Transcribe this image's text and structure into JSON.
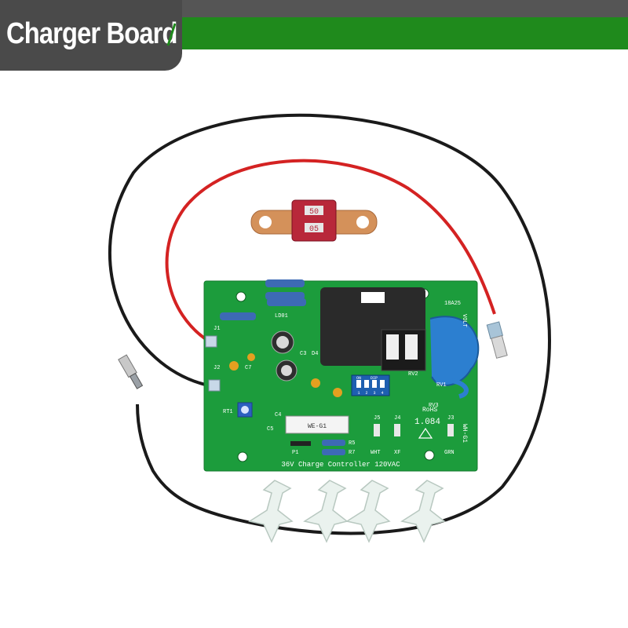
{
  "header": {
    "title": "Charger Board",
    "colors": {
      "bar": "#555555",
      "tab": "#4a4a4a",
      "accent": "#1f8a1c"
    }
  },
  "photo": {
    "description_labels": {
      "board_text": "36V Charge Controller 120VAC",
      "fuse_rating": "50",
      "fuse_rating_inverted": "05",
      "chip_label": "WE-G1",
      "rohs": "RoHS",
      "version": "1.084",
      "side_code": "WH-G1",
      "fuse_code": "18A25",
      "label_wht": "WHT",
      "label_xf": "XF",
      "label_grn": "GRN",
      "label_j5": "J5",
      "label_j4": "J4",
      "label_j3": "J3",
      "label_j1": "J1",
      "label_j2": "J2",
      "label_rt1": "RT1",
      "label_p1": "P1",
      "label_rv1": "RV1",
      "label_rv2": "RV2",
      "label_rv3": "RV3",
      "label_ld01": "LD01",
      "label_c3": "C3",
      "label_c4": "C4",
      "label_c5": "C5",
      "label_c7": "C7",
      "label_d4": "D4",
      "label_r5": "R5",
      "label_r7": "R7",
      "dip_on": "ON",
      "dip_brand": "DIP",
      "dip_1": "1",
      "dip_2": "2",
      "dip_3": "3",
      "dip_4": "4",
      "volt": "VOLT"
    }
  }
}
